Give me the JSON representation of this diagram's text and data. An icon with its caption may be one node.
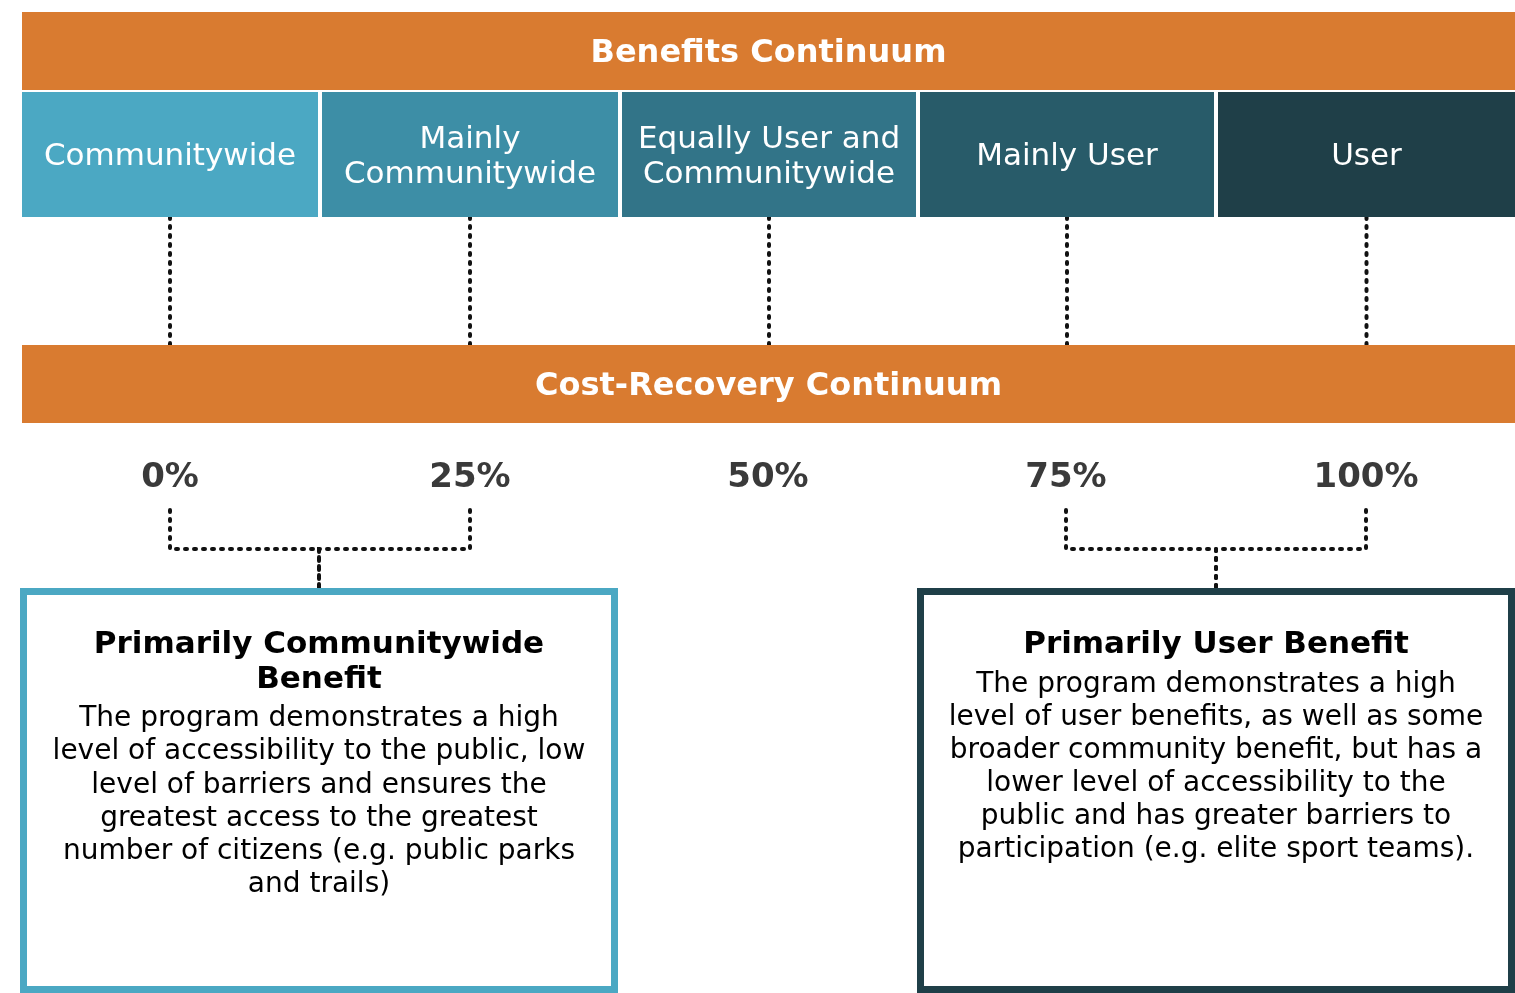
{
  "diagram": {
    "nodes": [
      {
        "text": [
          "Benefits Continuum"
        ]
      },
      {
        "text": [
          "Communitywide"
        ]
      },
      {
        "text": [
          "Mainly Communitywide"
        ]
      },
      {
        "text": [
          "Equally User and Communitywide"
        ]
      },
      {
        "text": [
          "Mainly User"
        ]
      },
      {
        "text": [
          "User"
        ]
      },
      {
        "text": [
          "Cost-Recovery Continuum"
        ]
      },
      {
        "text": [
          "0%"
        ]
      },
      {
        "text": [
          "25%"
        ]
      },
      {
        "text": [
          "75%"
        ]
      },
      {
        "text": [
          "100%"
        ]
      },
      {
        "text": [
          "Primarily Communitywide Benefit",
          "The program demonstrates a high level of accessibility to the public, low level of barriers and ensures the greatest access to the greatest number of citizens (e.g. public parks and trails)"
        ]
      },
      {
        "text": [
          "Primarily User Benefit",
          "The program demonstrates a high level of user benefits, as well as some broader community benefit, but has a lower level of accessibility to the public and has greater barriers to participation (e.g. elite sport teams)."
        ]
      }
    ],
    "edges": [
      {
        "from": 1,
        "to": 6,
        "arrow": "none",
        "style": "dashed"
      },
      {
        "from": 2,
        "to": 6,
        "arrow": "none",
        "style": "dashed"
      },
      {
        "from": 3,
        "to": 6,
        "arrow": "none",
        "style": "dashed"
      },
      {
        "from": 4,
        "to": 6,
        "arrow": "none",
        "style": "dashed"
      },
      {
        "from": 5,
        "to": 6,
        "arrow": "none",
        "style": "dashed"
      },
      {
        "from": 7,
        "to": 11,
        "arrow": "none",
        "style": "dashed"
      },
      {
        "from": 8,
        "to": 11,
        "arrow": "none",
        "style": "dashed"
      },
      {
        "from": 9,
        "to": 12,
        "arrow": "none",
        "style": "dashed"
      },
      {
        "from": 10,
        "to": 12,
        "arrow": "none",
        "style": "dashed"
      }
    ],
    "labels": [
      "50%"
    ]
  }
}
